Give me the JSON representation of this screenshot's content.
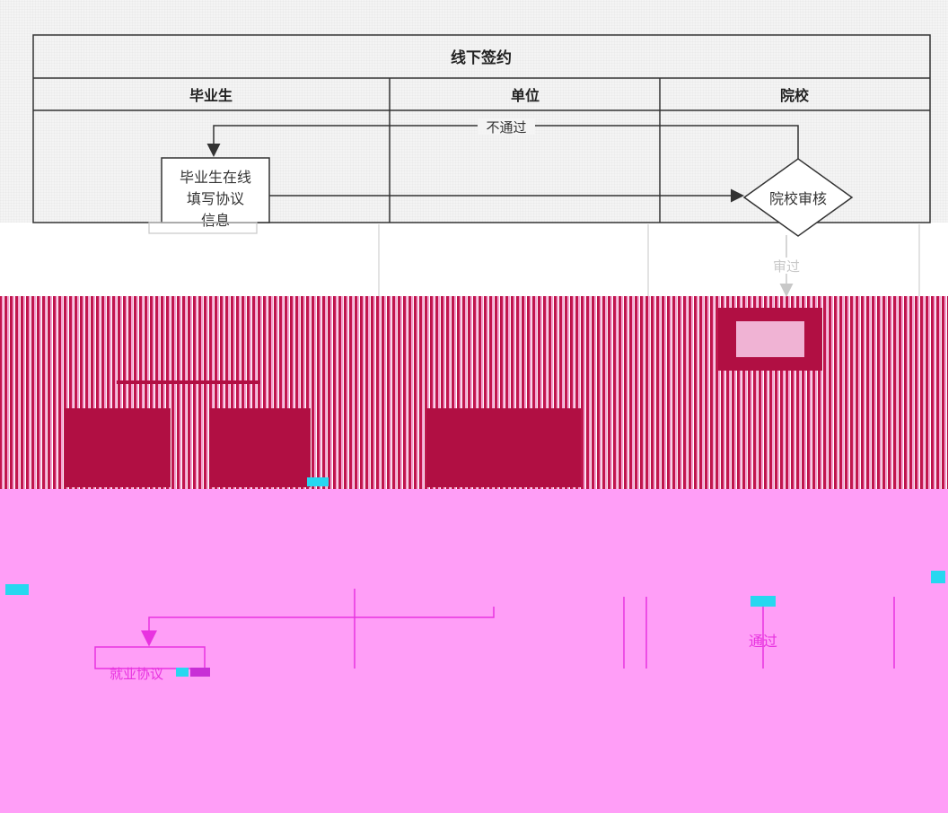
{
  "title": "线下签约",
  "lanes": [
    "毕业生",
    "单位",
    "院校"
  ],
  "nodes": {
    "fill_info": [
      "毕业生在线",
      "填写协议",
      "信息"
    ],
    "school_review": "院校审核",
    "agreement_partial": "就业协议"
  },
  "edges": {
    "reject": "不通过",
    "pass_faded": "审过",
    "pass_bottom": "通过"
  },
  "colors": {
    "line": "#333333",
    "glitch_red": "#c3164e",
    "glitch_pink": "#ff9ef7",
    "glitch_cyan": "#27d7f0",
    "faded_line": "#c8c8c8"
  }
}
